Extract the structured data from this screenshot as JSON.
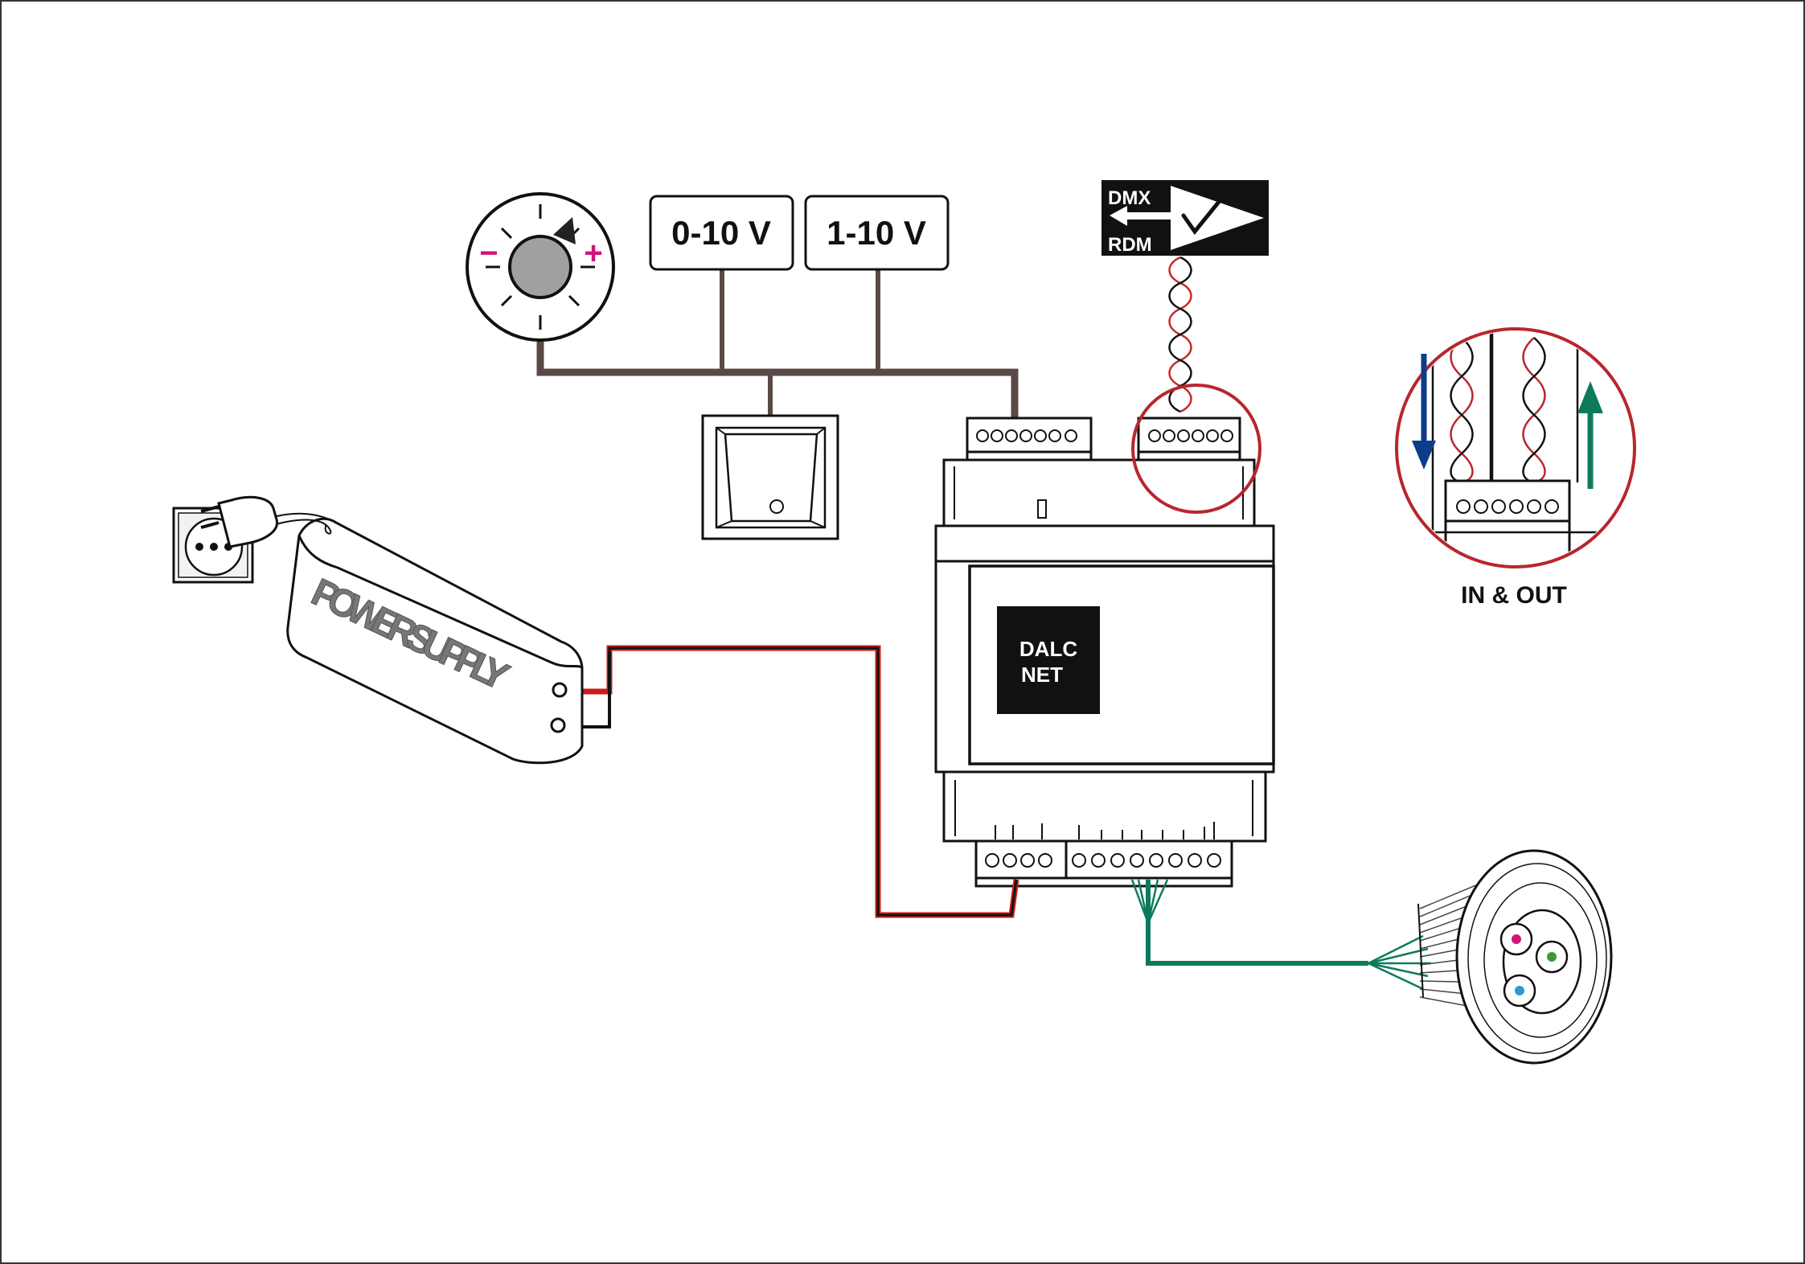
{
  "labels": {
    "mode_0_10": "0-10 V",
    "mode_1_10": "1-10 V",
    "dmx": "DMX",
    "rdm": "RDM",
    "device_line1": "DALC",
    "device_line2": "NET",
    "power_supply": "POWER SUPPLY",
    "in_out": "IN & OUT",
    "pot_minus": "−",
    "pot_plus": "+"
  },
  "colors": {
    "control_wire": "#5a4a45",
    "power_positive": "#cc1a1a",
    "power_negative": "#111111",
    "led_output": "#0e7a5c",
    "dmx_wire": "#c42a2a",
    "highlight_circle": "#b8262e",
    "arrow_in": "#0d3d8a",
    "arrow_out": "#0e7a5c",
    "pot_signs": "#d0147a",
    "led_red": "#d0147a",
    "led_green": "#3a9a3a",
    "led_blue": "#2a9ad0"
  }
}
